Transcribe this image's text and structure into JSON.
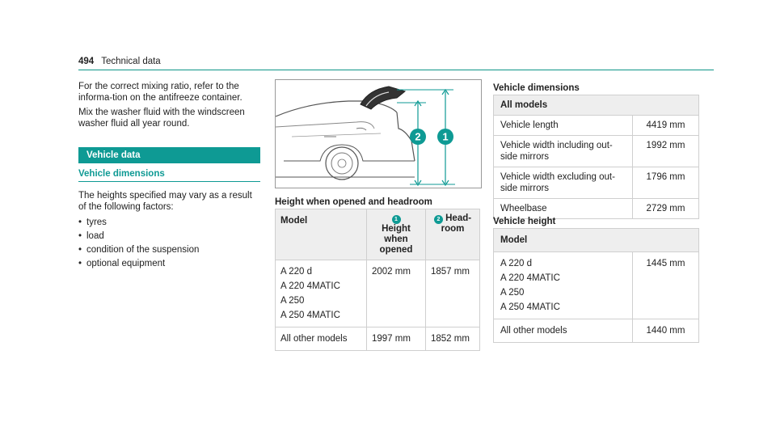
{
  "header": {
    "page_number": "494",
    "section": "Technical data"
  },
  "intro": {
    "para1": "For the correct mixing ratio, refer to the informa-tion on the antifreeze container.",
    "para2": "Mix the washer fluid with the windscreen washer fluid all year round."
  },
  "vehicle_data": {
    "title": "Vehicle data",
    "subtitle": "Vehicle dimensions",
    "text": "The heights specified may vary as a result of the following factors:",
    "factors": [
      "tyres",
      "load",
      "condition of the suspension",
      "optional equipment"
    ]
  },
  "illustration": {
    "callout1": "1",
    "callout2": "2",
    "accent": "#0e9a94"
  },
  "height_table": {
    "heading": "Height when opened and headroom",
    "col_model": "Model",
    "col1_num": "1",
    "col1_label": "Height when opened",
    "col2_num": "2",
    "col2_label": "Head-room",
    "rows": [
      {
        "models": [
          "A 220 d",
          "A 220 4MATIC",
          "A 250",
          "A 250 4MATIC"
        ],
        "height": "2002 mm",
        "headroom": "1857 mm"
      },
      {
        "models": [
          "All other models"
        ],
        "height": "1997 mm",
        "headroom": "1852 mm"
      }
    ]
  },
  "dimensions_table": {
    "heading": "Vehicle dimensions",
    "header": "All models",
    "rows": [
      {
        "label": "Vehicle length",
        "value": "4419 mm"
      },
      {
        "label": "Vehicle width including out-side mirrors",
        "value": "1992 mm"
      },
      {
        "label": "Vehicle width excluding out-side mirrors",
        "value": "1796 mm"
      },
      {
        "label": "Wheelbase",
        "value": "2729 mm"
      }
    ]
  },
  "vehicle_height_table": {
    "heading": "Vehicle height",
    "header": "Model",
    "rows": [
      {
        "models": [
          "A 220 d",
          "A 220 4MATIC",
          "A 250",
          "A 250 4MATIC"
        ],
        "value": "1445 mm"
      },
      {
        "models": [
          "All other models"
        ],
        "value": "1440 mm"
      }
    ]
  },
  "colors": {
    "accent": "#0e9a94",
    "table_header_bg": "#eeeeee"
  }
}
